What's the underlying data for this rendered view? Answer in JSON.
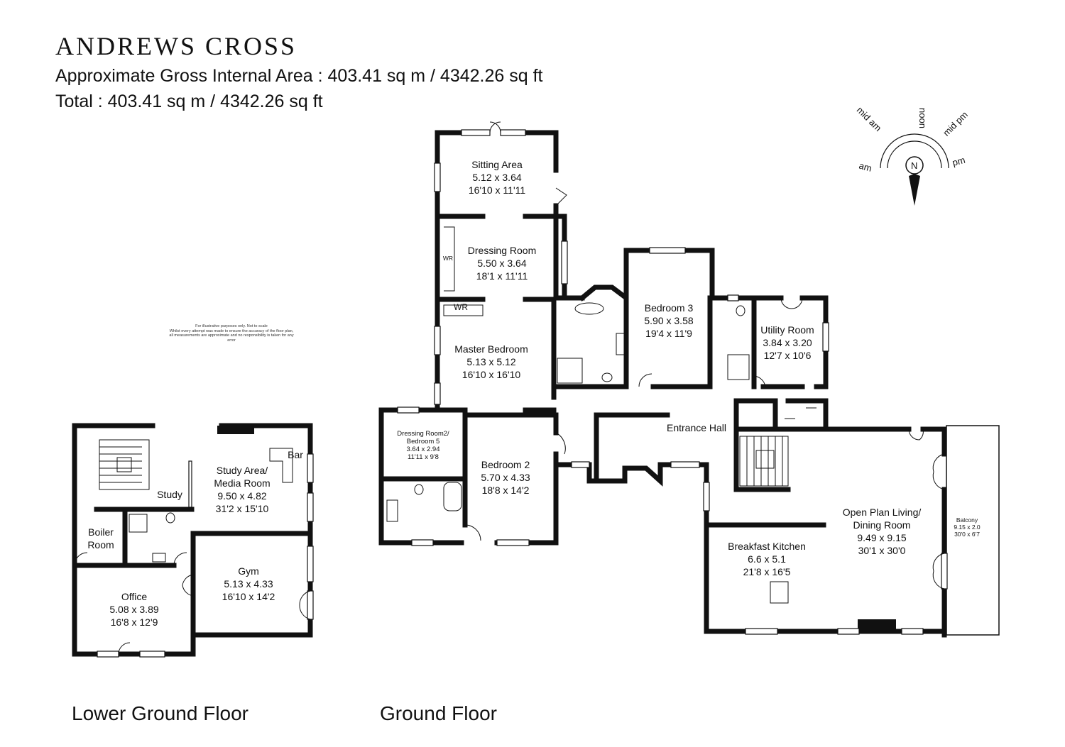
{
  "header": {
    "title": "ANDREWS CROSS",
    "area_line": "Approximate Gross Internal Area : 403.41 sq m / 4342.26 sq ft",
    "total_line": "Total : 403.41 sq m / 4342.26 sq ft"
  },
  "disclaimer": {
    "line1": "For illustrative purposes only. Not to scale",
    "line2": "Whilst every attempt was made to ensure the accuracy of the floor plan, all measurements are approximate and no responsibility is taken for any error"
  },
  "compass": {
    "north": "N",
    "labels": [
      "am",
      "mid am",
      "noon",
      "mid pm",
      "pm"
    ]
  },
  "floors": {
    "lower": "Lower Ground Floor",
    "ground": "Ground Floor"
  },
  "rooms": {
    "sitting": {
      "name": "Sitting Area",
      "metric": "5.12 x 3.64",
      "imperial": "16'10 x 11'11"
    },
    "dressing": {
      "name": "Dressing Room",
      "metric": "5.50 x 3.64",
      "imperial": "18'1 x 11'11"
    },
    "master": {
      "name": "Master Bedroom",
      "metric": "5.13 x 5.12",
      "imperial": "16'10 x 16'10"
    },
    "bed3": {
      "name": "Bedroom 3",
      "metric": "5.90 x 3.58",
      "imperial": "19'4 x 11'9"
    },
    "utility": {
      "name": "Utility Room",
      "metric": "3.84 x 3.20",
      "imperial": "12'7 x 10'6"
    },
    "dressing2": {
      "name": "Dressing Room2/",
      "name2": "Bedroom 5",
      "metric": "3.64 x 2.94",
      "imperial": "11'11 x 9'8"
    },
    "bed2": {
      "name": "Bedroom 2",
      "metric": "5.70 x 4.33",
      "imperial": "18'8 x 14'2"
    },
    "entrance": {
      "name": "Entrance Hall"
    },
    "living": {
      "name": "Open Plan Living/",
      "name2": "Dining Room",
      "metric": "9.49 x 9.15",
      "imperial": "30'1 x 30'0"
    },
    "kitchen": {
      "name": "Breakfast Kitchen",
      "metric": "6.6 x 5.1",
      "imperial": "21'8 x 16'5"
    },
    "balcony": {
      "name": "Balcony",
      "metric": "9.15 x 2.0",
      "imperial": "30'0 x 6'7"
    },
    "study_area": {
      "name": "Study Area/",
      "name2": "Media Room",
      "metric": "9.50 x 4.82",
      "imperial": "31'2 x 15'10"
    },
    "bar": {
      "name": "Bar"
    },
    "study": {
      "name": "Study"
    },
    "boiler": {
      "name": "Boiler",
      "name2": "Room"
    },
    "gym": {
      "name": "Gym",
      "metric": "5.13 x 4.33",
      "imperial": "16'10 x 14'2"
    },
    "office": {
      "name": "Office",
      "metric": "5.08 x 3.89",
      "imperial": "16'8 x 12'9"
    },
    "wr1": {
      "name": "WR"
    },
    "wr2": {
      "name": "WR"
    }
  }
}
